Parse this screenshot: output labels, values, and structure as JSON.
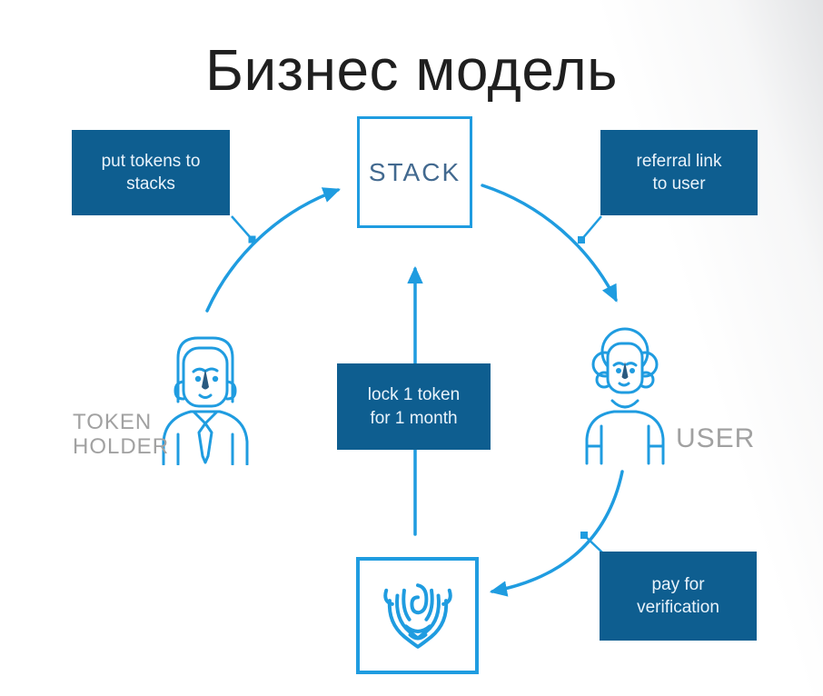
{
  "title": "Бизнес модель",
  "nodes": {
    "stack": {
      "label": "STACK"
    },
    "token_holder": {
      "label_line1": "TOKEN",
      "label_line2": "HOLDER"
    },
    "user": {
      "label": "USER"
    },
    "verification": {
      "icon": "fingerprint-shield"
    }
  },
  "flow_labels": {
    "put_tokens": {
      "line1": "put tokens to",
      "line2": "stacks"
    },
    "referral": {
      "line1": "referral link",
      "line2": "to user"
    },
    "lock": {
      "line1": "lock 1 token",
      "line2": "for 1 month"
    },
    "pay": {
      "line1": "pay for",
      "line2": "verification"
    }
  },
  "colors": {
    "accent_blue": "#1f9ce0",
    "dark_blue": "#0e5e90",
    "stack_text": "#42698f",
    "muted_gray": "#a1a1a1",
    "label_text": "#e9f3fb",
    "title_text": "#1f1f1f",
    "nose_fill": "#2a5a80"
  }
}
